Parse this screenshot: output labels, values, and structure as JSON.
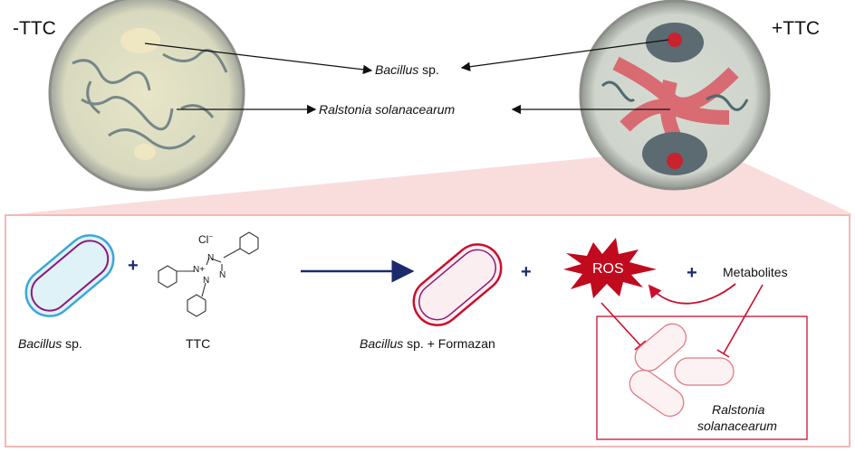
{
  "top": {
    "minus_label": "-TTC",
    "plus_label": "+TTC",
    "bacillus_genus": "Bacillus",
    "bacillus_sp": " sp.",
    "ralstonia_label": "Ralstonia  solanacearum"
  },
  "scheme": {
    "bacillus_genus": "Bacillus",
    "bacillus_sp": " sp.",
    "ttc_label": "TTC",
    "chloride": "Cl",
    "chloride_charge": "−",
    "plus": "+",
    "product_genus": "Bacillus",
    "product_rest": " sp. + Formazan",
    "ros_label": "ROS",
    "metabolites_label": "Metabolites",
    "ralstonia_line1": "Ralstonia",
    "ralstonia_line2": "solanacearum",
    "atoms": {
      "n": "N",
      "n_plus": "N+"
    }
  },
  "colors": {
    "ros": "#c8102e",
    "arrow": "#1a2a6c",
    "bacillus_outer": "#3aa7d8",
    "bacillus_inner": "#8b1a7a",
    "bacillus_fill": "#dff2f8",
    "formazan_border": "#c8102e",
    "panel_border": "#f2b8b8"
  }
}
